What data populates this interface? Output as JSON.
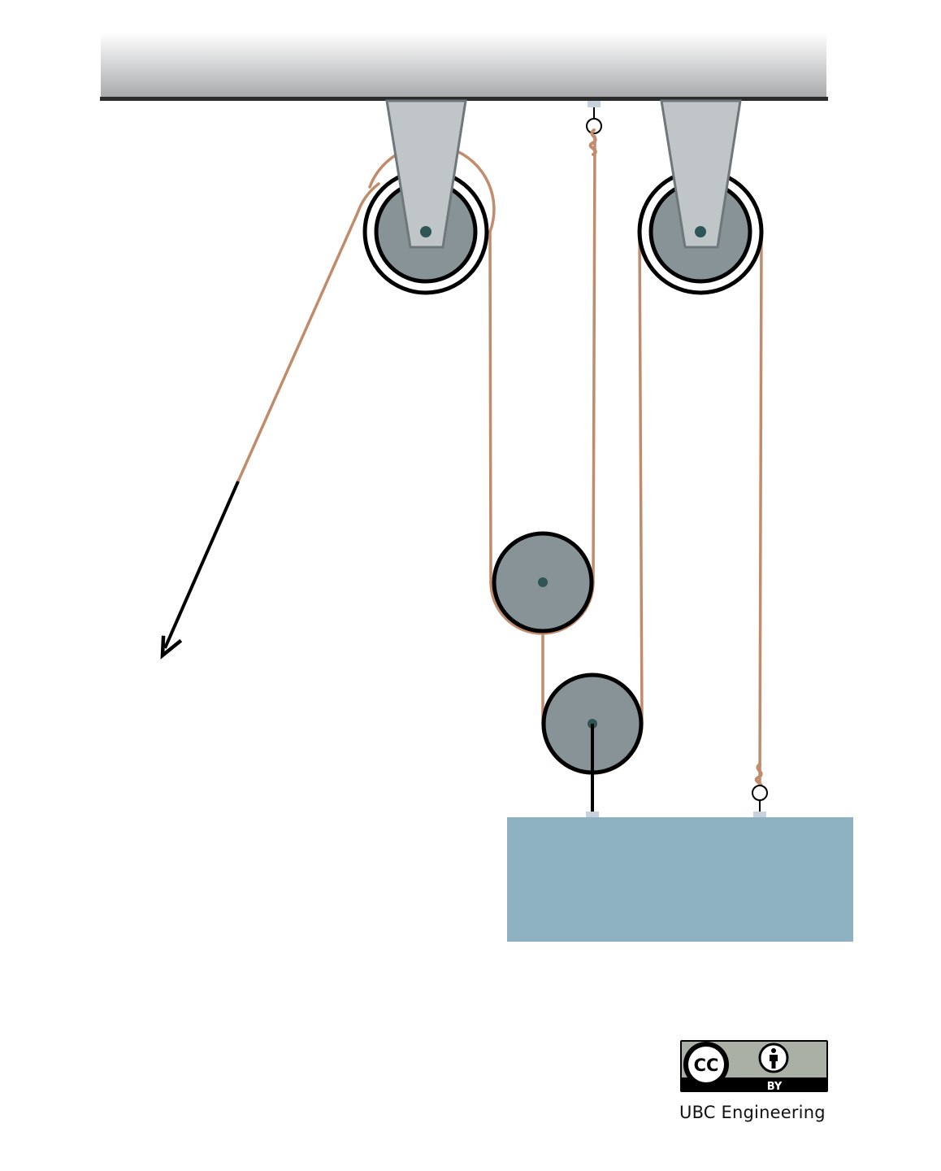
{
  "colors": {
    "ceiling_top": "#ffffff",
    "ceiling_bottom": "#a7a9ab",
    "ceiling_edge": "#2b2b2b",
    "bracket": "#c0c5c8",
    "bracket_edge": "#6e777a",
    "pulley_fill": "#879396",
    "pulley_edge": "#000000",
    "axle": "#2f5557",
    "rope": "#c08c6c",
    "hook": "#c7d2dc",
    "block": "#8db1c0",
    "arrow": "#000000",
    "badge_bg": "#aab0a6",
    "badge_dark": "#111111"
  },
  "icons": {
    "cc": "cc-icon",
    "by": "by-person-icon"
  },
  "license": {
    "cc_text": "CC",
    "by_text": "BY"
  },
  "credit": "UBC Engineering"
}
